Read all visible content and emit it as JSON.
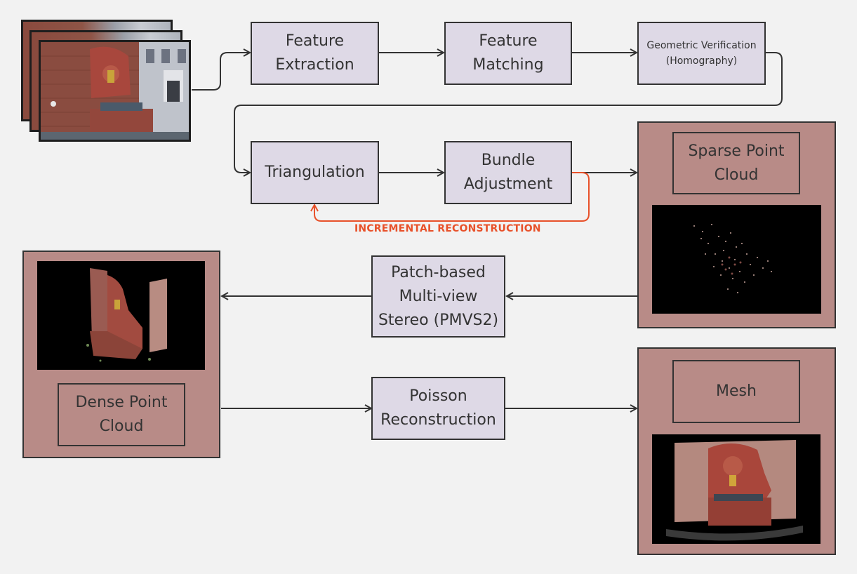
{
  "nodes": {
    "feature_extraction": "Feature\nExtraction",
    "feature_matching": "Feature\nMatching",
    "geometric_verification": "Geometric Verification\n(Homography)",
    "triangulation": "Triangulation",
    "bundle_adjustment": "Bundle\nAdjustment",
    "pmvs2": "Patch-based\nMulti-view\nStereo (PMVS2)",
    "poisson": "Poisson\nReconstruction"
  },
  "outputs": {
    "sparse": "Sparse Point\nCloud",
    "dense": "Dense Point\nCloud",
    "mesh": "Mesh"
  },
  "loop_label": "INCREMENTAL RECONSTRUCTION",
  "colors": {
    "process_fill": "#ded9e6",
    "output_fill": "#b88b87",
    "loop_arrow": "#e8512a",
    "stroke": "#333333"
  }
}
